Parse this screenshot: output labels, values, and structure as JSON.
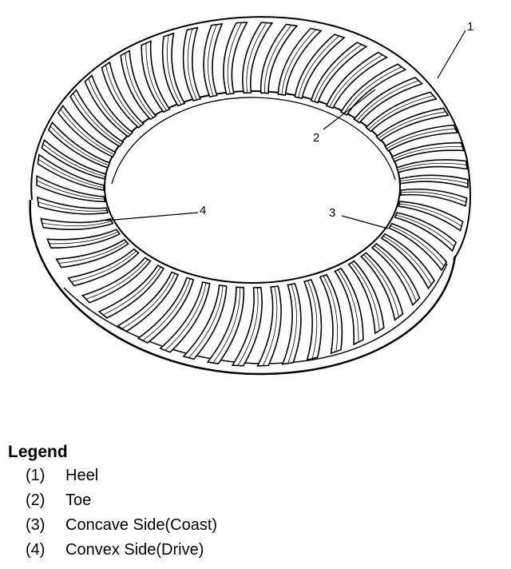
{
  "callouts": [
    "1",
    "2",
    "3",
    "4"
  ],
  "legend": {
    "title": "Legend",
    "items": [
      {
        "num": "(1)",
        "text": "Heel"
      },
      {
        "num": "(2)",
        "text": "Toe"
      },
      {
        "num": "(3)",
        "text": "Concave Side(Coast)"
      },
      {
        "num": "(4)",
        "text": "Convex Side(Drive)"
      }
    ]
  }
}
